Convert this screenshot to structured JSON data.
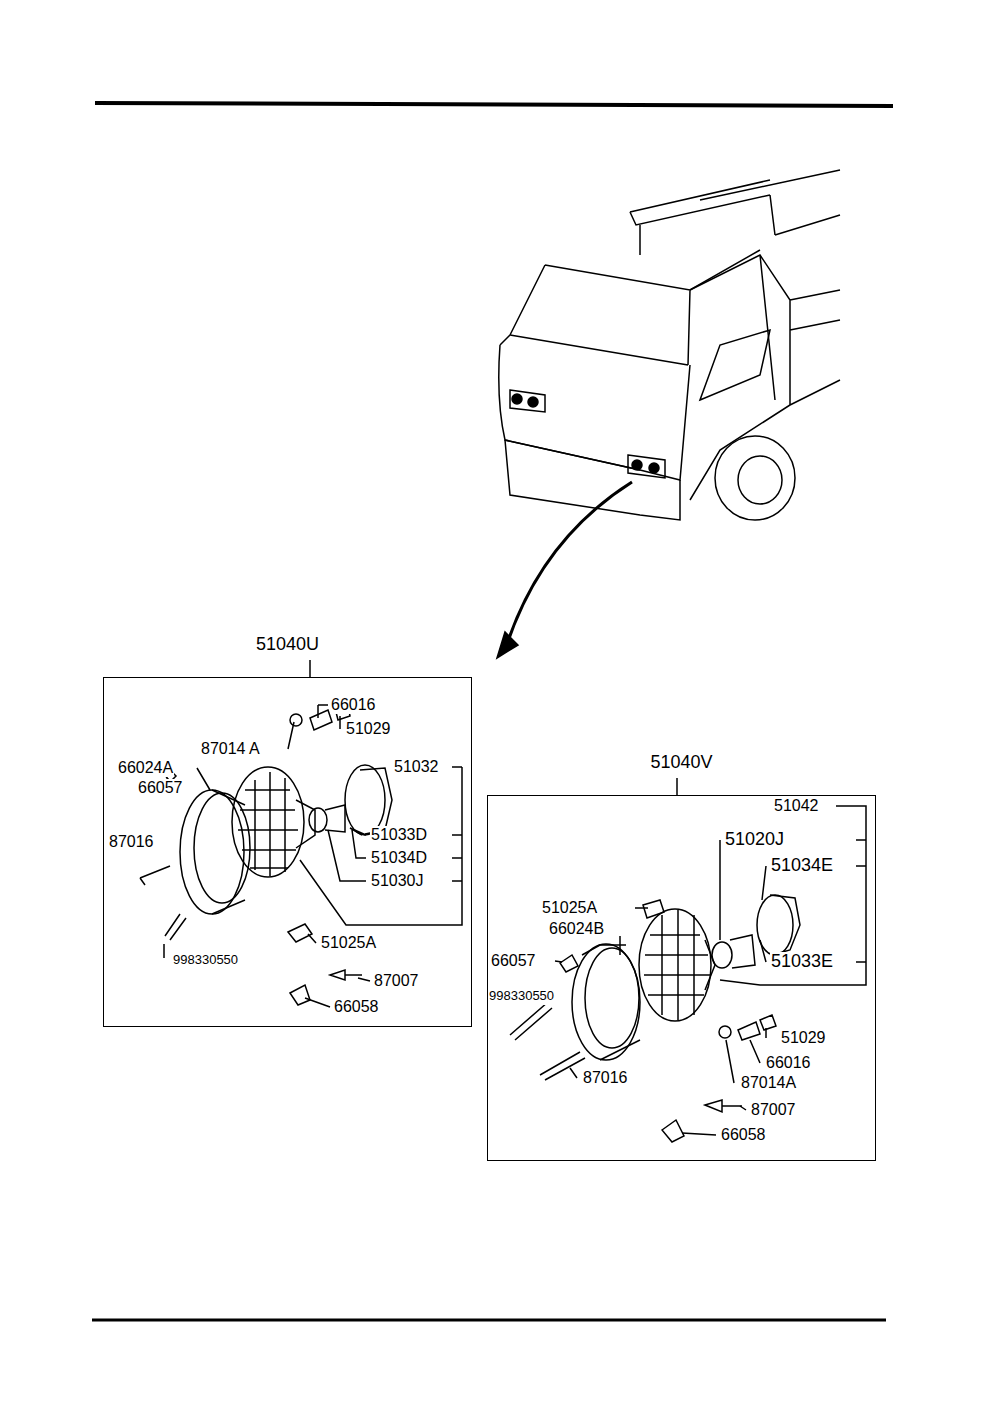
{
  "diagram": {
    "nodes": [
      {
        "text": [
          "51040U"
        ]
      },
      {
        "text": [
          "51040V"
        ]
      }
    ],
    "labels": [
      "66016",
      "51029",
      "87014 A",
      "66024A",
      "66057",
      "51032",
      "87016",
      "51033D",
      "51034D",
      "51030J",
      "998330550",
      "51025A",
      "87007",
      "66058",
      "51042",
      "51020J",
      "51034E",
      "51025A",
      "66024B",
      "66057",
      "51033E",
      "998330550",
      "51029",
      "87016",
      "66016",
      "87014A",
      "87007",
      "66058"
    ]
  }
}
